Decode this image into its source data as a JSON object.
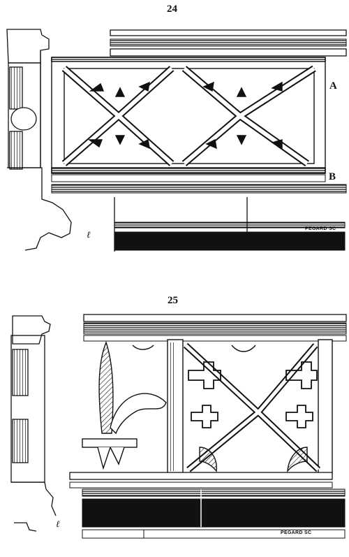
{
  "plate": {
    "top": {
      "figure_number": "24",
      "label_a": "A",
      "label_b": "B",
      "scale_mark": "ℓ",
      "engraver": "PEGARD SC"
    },
    "bottom": {
      "figure_number": "25",
      "scale_mark": "ℓ",
      "engraver": "PEGARD SC"
    }
  }
}
